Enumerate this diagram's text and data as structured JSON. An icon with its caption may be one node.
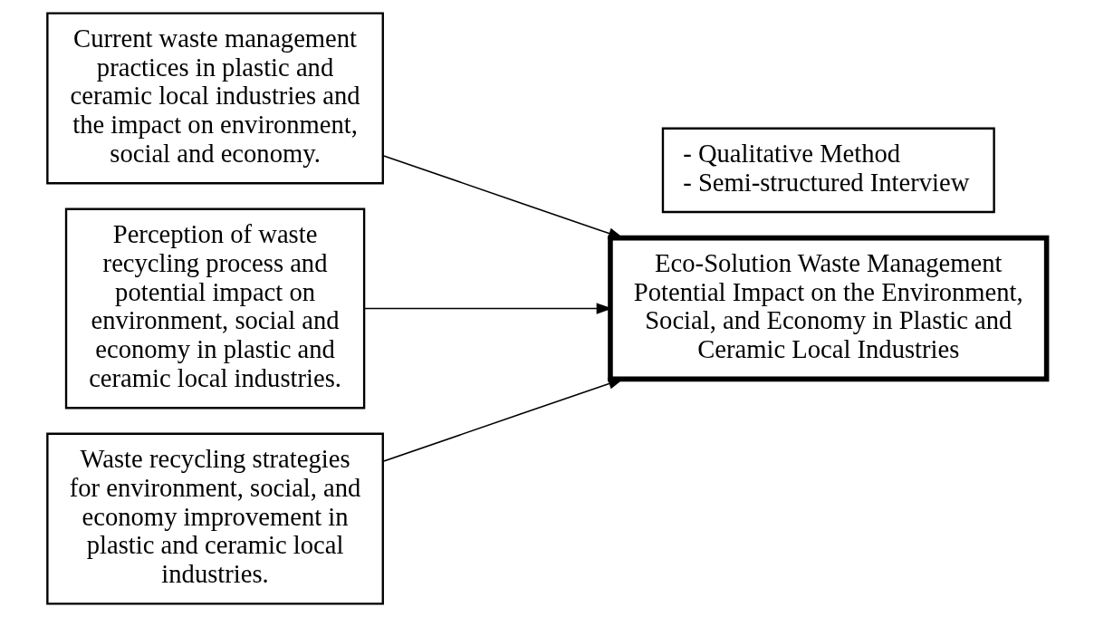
{
  "diagram": {
    "nodes": [
      {
        "text": [
          "Current waste management practices in plastic and ceramic local industries and the impact on environment, social and economy."
        ]
      },
      {
        "text": [
          "Perception of waste recycling process and potential impact on environment, social and economy in plastic and ceramic local industries."
        ]
      },
      {
        "text": [
          "Waste recycling strategies for environment, social, and economy improvement in plastic and ceramic local industries."
        ]
      },
      {
        "text": [
          "Eco-Solution Waste Management Potential Impact on the Environment, Social, and Economy in Plastic and Ceramic Local Industries"
        ]
      },
      {
        "text": [
          "- Qualitative Method",
          "- Semi-structured Interview"
        ]
      }
    ],
    "edges": [
      {
        "from": 0,
        "to": 3,
        "arrow": "to"
      },
      {
        "from": 1,
        "to": 3,
        "arrow": "to"
      },
      {
        "from": 2,
        "to": 3,
        "arrow": "to"
      }
    ]
  }
}
